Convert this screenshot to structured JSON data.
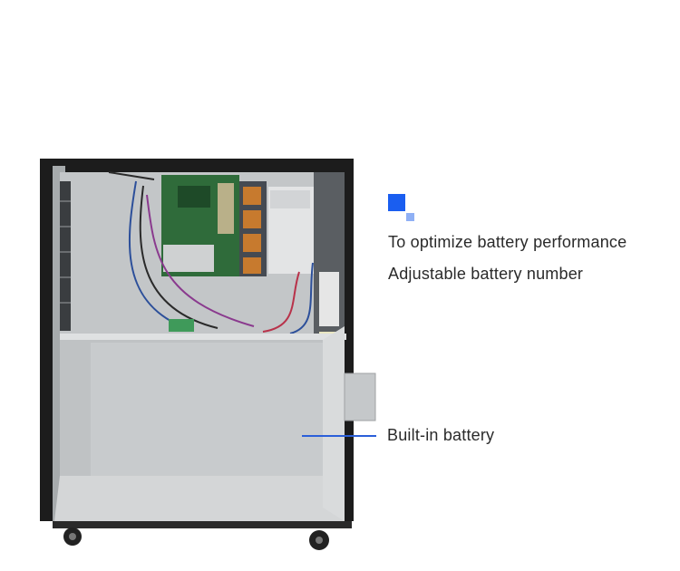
{
  "features": {
    "line1": "To optimize battery performance",
    "line2": "Adjustable battery number"
  },
  "callout": {
    "label": "Built-in battery"
  },
  "colors": {
    "accent": "#1a5ef0",
    "accent_light": "#8fb0f5",
    "callout_line": "#2b5fd9",
    "cabinet_frame": "#1c1c1c",
    "cabinet_metal": "#c9ccce"
  },
  "icons": [
    "brand-square-icon"
  ]
}
